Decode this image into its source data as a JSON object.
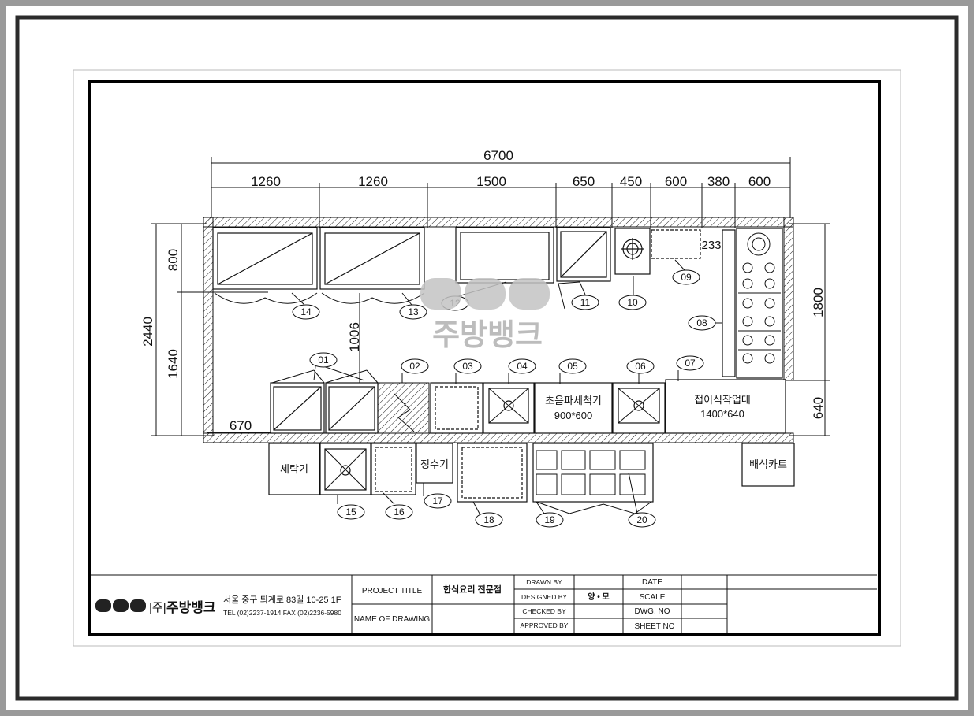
{
  "dimensions": {
    "total_width": "6700",
    "segments": [
      "1260",
      "1260",
      "1500",
      "650",
      "450",
      "600",
      "380",
      "600"
    ],
    "left_total": "2440",
    "left_upper": "800",
    "left_lower": "1640",
    "inner_height": "1006",
    "bottom_left": "670",
    "right_upper": "1800",
    "right_lower": "640",
    "small_233": "233"
  },
  "items": {
    "top_row": [
      "14",
      "13",
      "12",
      "11",
      "10",
      "09"
    ],
    "side": "08",
    "middle_row": [
      "01",
      "02",
      "03",
      "04",
      "05",
      "06",
      "07"
    ],
    "bottom_row": [
      "15",
      "16",
      "17",
      "18",
      "19",
      "20"
    ]
  },
  "labels": {
    "ultrasonic_washer": "초음파세척기",
    "ultrasonic_washer_size": "900*600",
    "folding_table": "접이식작업대",
    "folding_table_size": "1400*640",
    "dish_washer": "세탁기",
    "water_purifier": "정수기",
    "serving_cart": "배식카트"
  },
  "watermark": "주방뱅크",
  "title_block": {
    "company_bracket": "|주|",
    "company_name": "주방뱅크",
    "address": "서울 중구 퇴계로 83길 10-25 1F",
    "contact": "TEL (02)2237-1914 FAX (02)2236-5980",
    "project_title_label": "PROJECT TITLE",
    "project_title_value": "한식요리 전문점",
    "name_of_drawing_label": "NAME OF DRAWING",
    "drawn_by": "DRAWN BY",
    "designed_by": "DESIGNED BY",
    "designer": "양 • 모",
    "checked_by": "CHECKED BY",
    "approved_by": "APPROVED BY",
    "date": "DATE",
    "scale": "SCALE",
    "dwg_no": "DWG. NO",
    "sheet_no": "SHEET NO"
  },
  "colors": {
    "frame_outer": "#9a9a9a",
    "frame_dark": "#2b2b2b",
    "line": "#111111",
    "watermark": "#b9b9b9"
  }
}
